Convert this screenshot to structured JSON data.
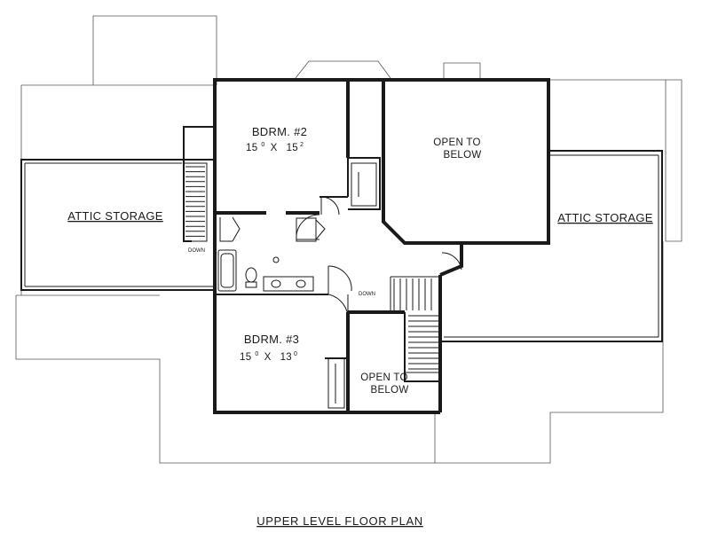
{
  "rooms": {
    "attic_left": "ATTIC STORAGE",
    "attic_right": "ATTIC STORAGE",
    "bedroom2": {
      "name": "BDRM. #2",
      "dim_a": "15",
      "sup_a": "0",
      "x": "X",
      "dim_b": "15",
      "sup_b": "2"
    },
    "bedroom3": {
      "name": "BDRM. #3",
      "dim_a": "15",
      "sup_a": "0",
      "x": "X",
      "dim_b": "13",
      "sup_b": "0"
    },
    "open_upper": {
      "line1": "OPEN TO",
      "line2": "BELOW"
    },
    "open_lower": {
      "line1": "OPEN TO",
      "line2": "BELOW"
    }
  },
  "stair_labels": {
    "left": "DOWN",
    "center": "DOWN"
  },
  "caption": "UPPER LEVEL FLOOR PLAN"
}
